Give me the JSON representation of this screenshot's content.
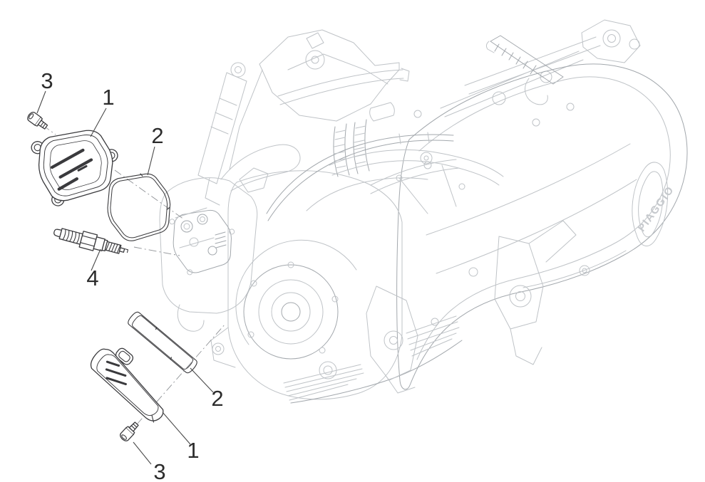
{
  "colors": {
    "engine_line": "#bfc3c7",
    "engine_line_dark": "#a3a8ad",
    "part_line": "#3a3a3d",
    "leader_line": "#4a4a4a",
    "centerline": "#8f9296",
    "callout_text": "#2c2c2c",
    "background": "#ffffff"
  },
  "brand": {
    "engraving": "PIAGGIO"
  },
  "callouts": [
    {
      "name": "screw-upper",
      "label": "3"
    },
    {
      "name": "head-cover",
      "label": "1"
    },
    {
      "name": "head-cover-gasket",
      "label": "2"
    },
    {
      "name": "spark-plug",
      "label": "4"
    },
    {
      "name": "lower-gasket",
      "label": "2"
    },
    {
      "name": "lower-cover",
      "label": "1"
    },
    {
      "name": "screw-lower",
      "label": "3"
    }
  ]
}
